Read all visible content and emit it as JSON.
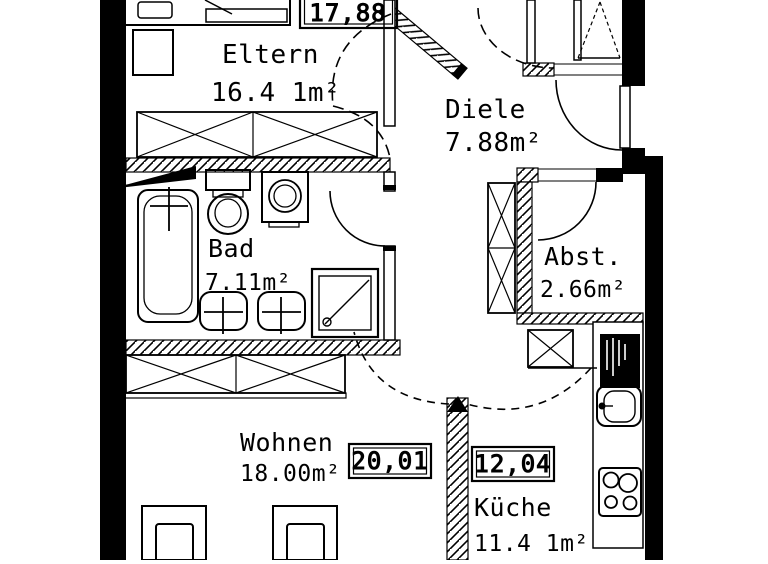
{
  "plan": {
    "type": "apartment-floor-plan",
    "rooms": [
      {
        "id": "eltern",
        "name": "Eltern",
        "area": "16.4 1m²"
      },
      {
        "id": "diele",
        "name": "Diele",
        "area": "7.88m²"
      },
      {
        "id": "bad",
        "name": "Bad",
        "area": "7.11m²"
      },
      {
        "id": "abst",
        "name": "Abst.",
        "area": "2.66m²"
      },
      {
        "id": "wohnen",
        "name": "Wohnen",
        "area": "18.00m²"
      },
      {
        "id": "kueche",
        "name": "Küche",
        "area": "11.4 1m²"
      }
    ],
    "dimension_labels": [
      {
        "id": "dim-top",
        "value": "17,88"
      },
      {
        "id": "dim-wohnen",
        "value": "20,01"
      },
      {
        "id": "dim-kueche",
        "value": "12,04"
      }
    ],
    "colors": {
      "line": "#000000",
      "background": "#ffffff"
    }
  }
}
